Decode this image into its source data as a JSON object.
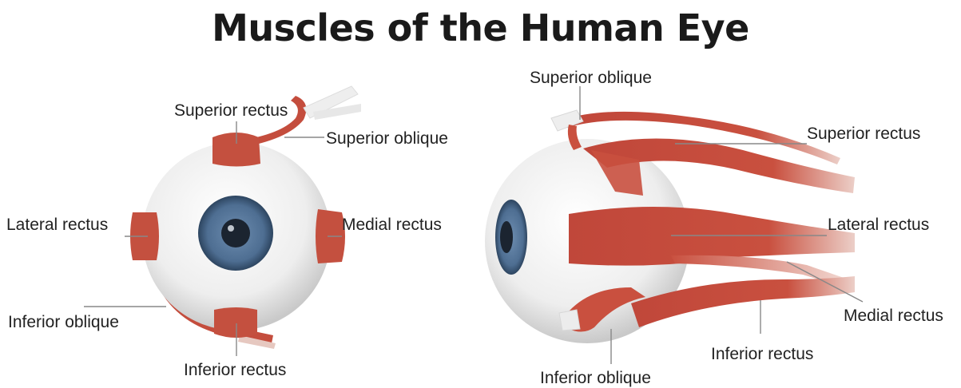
{
  "title": "Muscles of the Human Eye",
  "front_view": {
    "labels": {
      "superior_rectus": "Superior rectus",
      "superior_oblique": "Superior oblique",
      "lateral_rectus": "Lateral rectus",
      "medial_rectus": "Medial rectus",
      "inferior_oblique": "Inferior oblique",
      "inferior_rectus": "Inferior rectus"
    }
  },
  "side_view": {
    "labels": {
      "superior_oblique": "Superior oblique",
      "superior_rectus": "Superior rectus",
      "lateral_rectus": "Lateral rectus",
      "medial_rectus": "Medial rectus",
      "inferior_rectus": "Inferior rectus",
      "inferior_oblique": "Inferior oblique"
    }
  },
  "colors": {
    "muscle": "#c9503f",
    "muscle_light": "#e8a08f",
    "sclera": "#efefef",
    "iris": "#4e6e92",
    "pupil": "#1b2430",
    "leader_line": "#888888"
  }
}
